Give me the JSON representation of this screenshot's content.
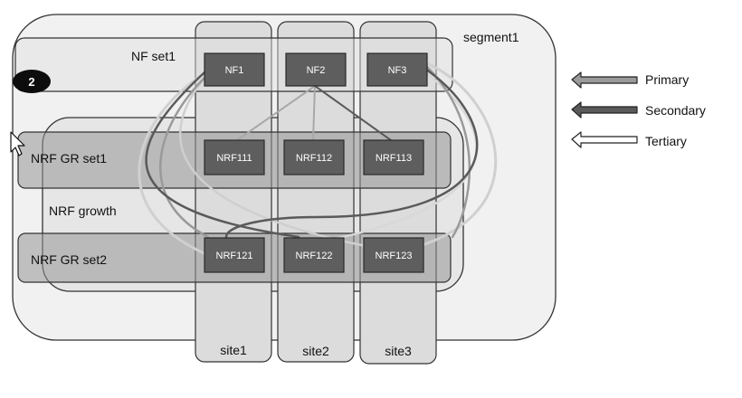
{
  "diagram": {
    "segment_label": "segment1",
    "nf_set_label": "NF set1",
    "nrf_gr_set1_label": "NRF GR set1",
    "nrf_gr_set2_label": "NRF GR set2",
    "nrf_growth_label": "NRF growth",
    "badge_number": "2",
    "sites": [
      "site1",
      "site2",
      "site3"
    ],
    "nf_boxes": [
      "NF1",
      "NF2",
      "NF3"
    ],
    "nrf_set1_boxes": [
      "NRF111",
      "NRF112",
      "NRF113"
    ],
    "nrf_set2_boxes": [
      "NRF121",
      "NRF122",
      "NRF123"
    ]
  },
  "legend": {
    "items": [
      {
        "label": "Primary",
        "fill": "#9a9a9a"
      },
      {
        "label": "Secondary",
        "fill": "#5a5a5a"
      },
      {
        "label": "Tertiary",
        "fill": "#ffffff"
      }
    ]
  },
  "colors": {
    "segment_fill": "#f1f1f1",
    "site_fill": "#dcdcdc",
    "gr_band_fill": "#b4b4b4",
    "box_fill": "#5e5e5e",
    "outline": "#333333"
  }
}
